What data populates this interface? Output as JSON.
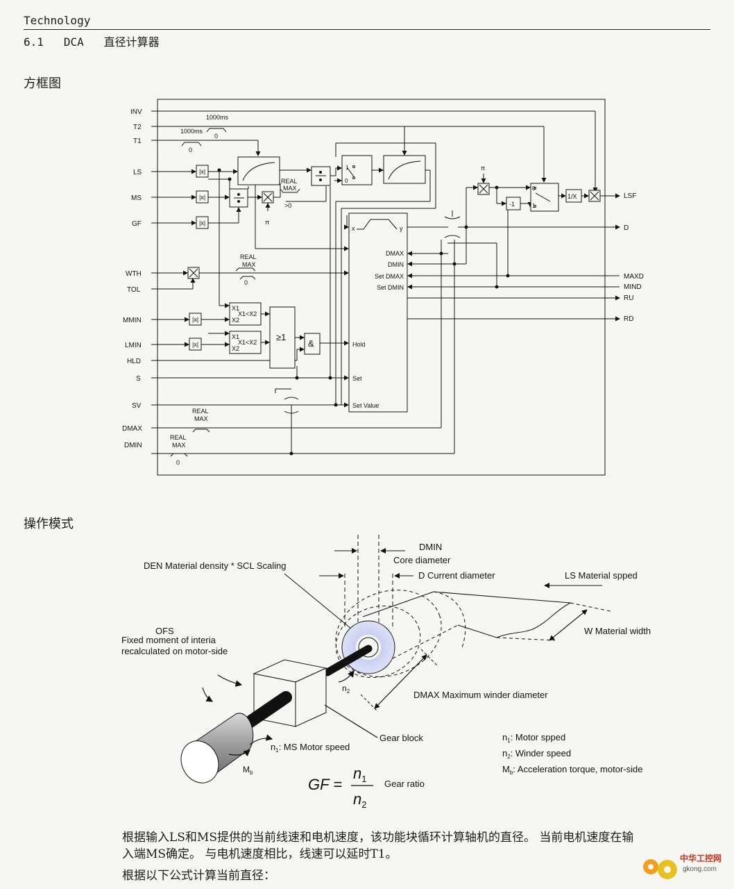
{
  "header": {
    "title": "Technology",
    "section_number": "6.1",
    "section_code": "DCA",
    "section_name": "直径计算器"
  },
  "block_diagram": {
    "heading": "方框图",
    "inputs": [
      "INV",
      "T2",
      "T1",
      "LS",
      "MS",
      "GF",
      "WTH",
      "TOL",
      "MMIN",
      "LMIN",
      "HLD",
      "S",
      "SV",
      "DMAX",
      "DMIN"
    ],
    "outputs": [
      "LSF",
      "D",
      "MAXD",
      "MIND",
      "RU",
      "RD"
    ],
    "integrator_ports_left": [
      "x",
      "Hold",
      "Set",
      "Set Value"
    ],
    "integrator_ports_right": [
      "y",
      "DMAX",
      "DMIN",
      "Set DMAX",
      "Set DMIN"
    ],
    "labels": {
      "t2_time": "1000ms",
      "t1_time": "1000ms",
      "zero": "0",
      "real": "REAL",
      "max": "MAX",
      "gt0": ">0",
      "pi": "π",
      "abs": "|x|",
      "minus_one": "-1",
      "reciprocal": "1/X",
      "or_gate": "≥1",
      "and_gate": "&",
      "cmp_x1": "X1",
      "cmp_x2": "X2",
      "cmp_rel": "X1<X2",
      "sw_1": "1",
      "sw_0": "0"
    }
  },
  "operating_mode": {
    "heading": "操作模式",
    "labels": {
      "dmin": "DMIN",
      "core_diameter": "Core diameter",
      "den": "DEN Material density * SCL Scaling",
      "d_current": "D Current diameter",
      "ls": "LS Material spped",
      "ofs": "OFS",
      "fixed_moment": "Fixed moment of interia",
      "recalculated": "recalculated on motor-side",
      "w": "W Material width",
      "n2": "n",
      "n2_sub": "2",
      "dmax": "DMAX  Maximum winder diameter",
      "gear_block": "Gear block",
      "n1": "n",
      "n1_sub": "1",
      "ms": ": MS Motor speed",
      "mb": "M",
      "mb_sub": "b"
    },
    "legend": [
      {
        "symbol": "n",
        "sub": "1",
        "text": ": Motor spped"
      },
      {
        "symbol": "n",
        "sub": "2",
        "text": ": Winder speed"
      },
      {
        "symbol": "M",
        "sub": "b",
        "text": ": Acceleration torque, motor-side"
      }
    ],
    "formula": {
      "lhs": "GF =",
      "numerator": "n",
      "numerator_sub": "1",
      "denominator": "n",
      "denominator_sub": "2",
      "caption": "Gear ratio"
    }
  },
  "description": {
    "line1": "根据输入LS和MS提供的当前线速和电机速度，该功能块循环计算轴机的直径。 当前电机速度在输",
    "line2": "入端MS确定。 与电机速度相比，线速可以延时T1。",
    "line3": "根据以下公式计算当前直径："
  },
  "watermark": {
    "cn": "中华工控网",
    "url": "gkong.com"
  }
}
